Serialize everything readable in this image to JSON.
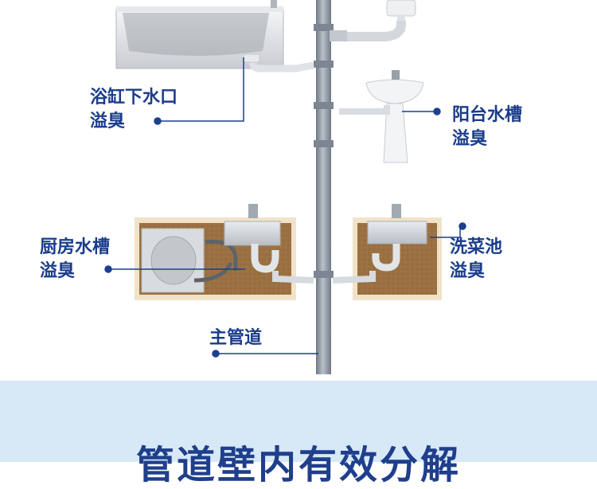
{
  "labels": {
    "bathtub": [
      "浴缸下水口",
      "溢臭"
    ],
    "balcony": [
      "阳台水槽",
      "溢臭"
    ],
    "kitchen": [
      "厨房水槽",
      "溢臭"
    ],
    "veg": [
      "洗菜池",
      "溢臭"
    ],
    "main": "主管道"
  },
  "headline": "管道壁内有效分解",
  "colors": {
    "label": "#1a3c8a",
    "leader": "#1d3f8f",
    "pipe": "#8d96a4",
    "cabinet": "#9a7142",
    "footer": "#d7e8f6"
  }
}
